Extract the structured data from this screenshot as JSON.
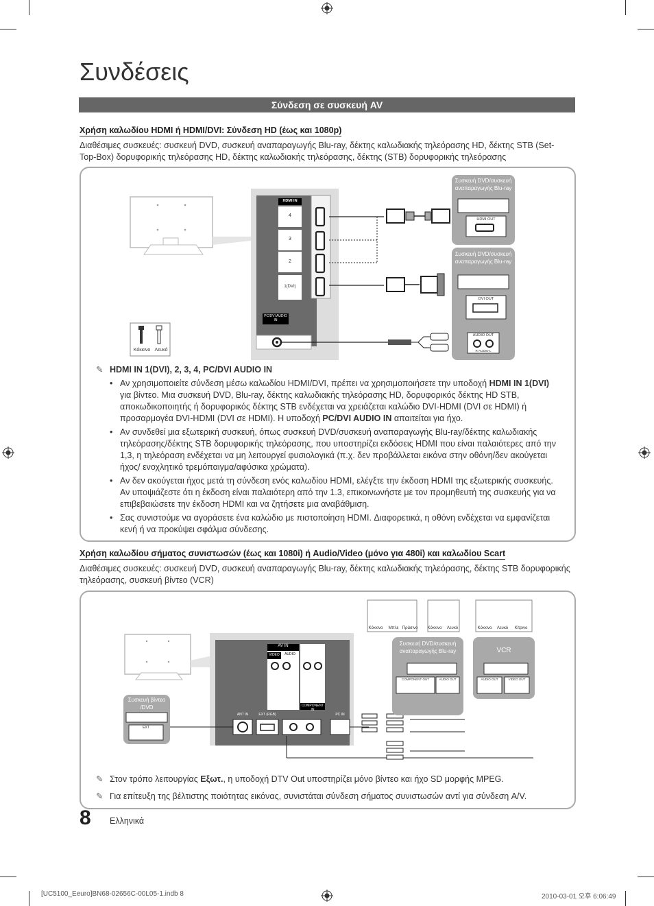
{
  "page_title": "Συνδέσεις",
  "section_bar": "Σύνδεση σε συσκευή AV",
  "hdmi_section": {
    "heading": "Χρήση καλωδίου HDMI ή HDMI/DVI: Σύνδεση HD (έως και 1080p)",
    "intro": "Διαθέσιμες συσκευές: συσκευή DVD, συσκευή αναπαραγωγής Blu-ray, δέκτης καλωδιακής τηλεόρασης HD, δέκτης STB (Set-Top-Box) δορυφορικής τηλεόρασης HD, δέκτης καλωδιακής τηλεόρασης, δέκτης (STB) δορυφορικής τηλεόρασης",
    "diagram": {
      "port_header": "HDMI IN",
      "ports": [
        "4",
        "3",
        "2",
        "1(DVI)"
      ],
      "pc_audio_label": "PC/DVI AUDIO IN",
      "cable_colors": [
        "Κόκκινο",
        "Λευκό"
      ],
      "device1_title": "Συσκευή DVD/συσκευή αναπαραγωγής Blu-ray",
      "device1_port": "HDMI OUT",
      "device2_title": "Συσκευή DVD/συσκευή αναπαραγωγής Blu-ray",
      "device2_port": "DVI OUT",
      "device2_audio": "AUDIO OUT",
      "device2_audio_sub": "R-AUDIO-L"
    },
    "note_title": "HDMI IN 1(DVI), 2, 3, 4, PC/DVI AUDIO IN",
    "bullets": [
      [
        {
          "t": "Αν χρησιμοποιείτε σύνδεση μέσω καλωδίου HDMI/DVI, πρέπει να χρησιμοποιήσετε την υποδοχή "
        },
        {
          "t": "HDMI IN 1(DVI)",
          "b": true
        },
        {
          "t": " για βίντεο. Μια συσκευή DVD, Blu-ray, δέκτης καλωδιακής τηλεόρασης HD, δορυφορικός δέκτης HD STB, αποκωδικοποιητής ή δορυφορικός δέκτης STB ενδέχεται να χρειάζεται καλώδιο DVI-HDMI (DVI σε HDMI) ή προσαρμογέα DVI-HDMI (DVI σε HDMI). Η υποδοχή "
        },
        {
          "t": "PC/DVI AUDIO IN",
          "b": true
        },
        {
          "t": " απαιτείται για ήχο."
        }
      ],
      [
        {
          "t": "Αν συνδεθεί μια εξωτερική συσκευή, όπως συσκευή DVD/συσκευή αναπαραγωγής Blu-ray/δέκτης καλωδιακής τηλεόρασης/δέκτης STB δορυφορικής τηλεόρασης, που υποστηρίζει εκδόσεις HDMI που είναι παλαιότερες από την 1,3, η τηλεόραση ενδέχεται να μη λειτουργεί φυσιολογικά (π.χ. δεν προβάλλεται εικόνα στην οθόνη/δεν ακούγεται ήχος/ ενοχλητικό τρεμόπαιγμα/αφύσικα χρώματα)."
        }
      ],
      [
        {
          "t": "Αν δεν ακούγεται ήχος μετά τη σύνδεση ενός καλωδίου HDMI, ελέγξτε την έκδοση HDMI της εξωτερικής συσκευής. Αν υποψιάζεστε ότι η έκδοση είναι παλαιότερη από την 1.3, επικοινωνήστε με τον προμηθευτή της συσκευής για να επιβεβαιώσετε την έκδοση HDMI και να ζητήσετε μια αναβάθμιση."
        }
      ],
      [
        {
          "t": "Σας συνιστούμε να αγοράσετε ένα καλώδιο με πιστοποίηση HDMI. Διαφορετικά, η οθόνη ενδέχεται να εμφανίζεται κενή ή να προκύψει σφάλμα σύνδεσης."
        }
      ]
    ]
  },
  "component_section": {
    "heading": "Χρήση καλωδίου σήματος συνιστωσών (έως και 1080i) ή Audio/Video (μόνο για 480i) και καλωδίου Scart",
    "intro": "Διαθέσιμες συσκευές: συσκευή DVD, συσκευή αναπαραγωγής Blu-ray, δέκτης καλωδιακής τηλεόρασης, δέκτης STB δορυφορικής τηλεόρασης, συσκευή βίντεο (VCR)",
    "diagram": {
      "cable_group1": [
        "Κόκκινο",
        "Μπλε",
        "Πράσινο"
      ],
      "cable_group2": [
        "Κόκκινο",
        "Λευκό"
      ],
      "cable_group3": [
        "Κόκκινο",
        "Λευκό",
        "Κίτρινο"
      ],
      "device_dvd_title": "Συσκευή DVD/συσκευή αναπαραγωγής Blu-ray",
      "device_dvd_ports": [
        "COMPONENT OUT",
        "AUDIO OUT"
      ],
      "device_vcr_title": "VCR",
      "device_vcr_ports": [
        "AUDIO OUT",
        "VIDEO OUT"
      ],
      "device_scart_title": "Συσκευή βίντεο /DVD",
      "device_scart_port": "EXT",
      "panel_av_in": "AV IN",
      "panel_audio": "AUDIO",
      "panel_video": "VIDEO",
      "panel_component_in": "COMPONENT IN",
      "panel_ant_in": "ANT IN",
      "panel_ext": "EXT (RGB)",
      "panel_pc_in": "PC IN"
    },
    "notes": [
      [
        {
          "t": "Στον τρόπο λειτουργίας "
        },
        {
          "t": "Εξωτ.",
          "b": true
        },
        {
          "t": ", η υποδοχή DTV Out υποστηρίζει μόνο βίντεο και ήχο SD μορφής MPEG."
        }
      ],
      [
        {
          "t": "Για επίτευξη της βέλτιστης ποιότητας εικόνας, συνιστάται σύνδεση σήματος συνιστωσών αντί για σύνδεση A/V."
        }
      ]
    ]
  },
  "page_number": "8",
  "language": "Ελληνικά",
  "footer_left": "[UC5100_Eeuro]BN68-02656C-00L05-1.indb   8",
  "footer_right": "2010-03-01   오후 6:06:49",
  "colors": {
    "bar_bg": "#666666",
    "panel_border": "#aaaaaa",
    "device_card": "#a9a9a9"
  }
}
